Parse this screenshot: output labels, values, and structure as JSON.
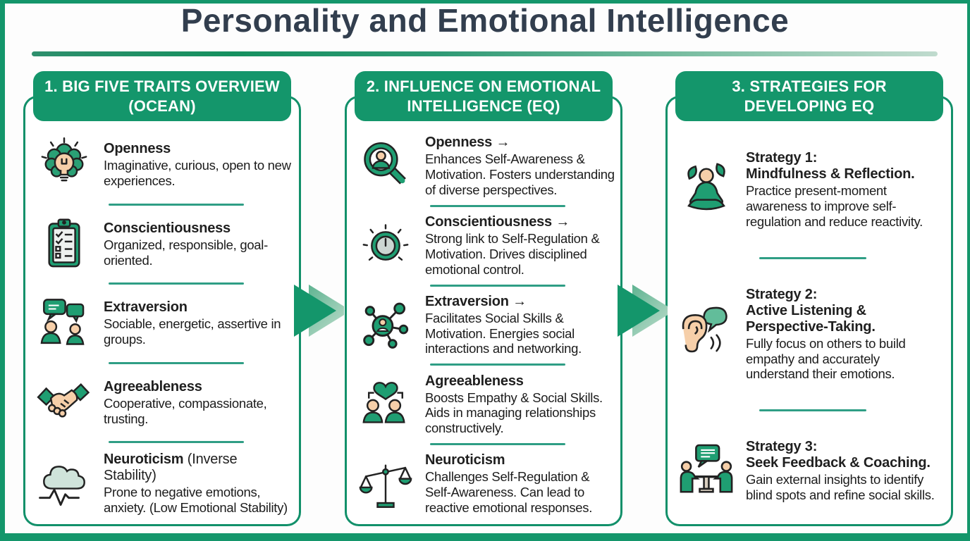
{
  "title": "Personality and Emotional Intelligence",
  "colors": {
    "primary_green": "#14966b",
    "box_border_green": "#12906a",
    "divider_teal": "#2f9e85",
    "arrow_light_green": "#9dcfb8",
    "title_navy": "#323e4e",
    "skin_peach": "#f6cfa9"
  },
  "columns": [
    {
      "header": "1. BIG FIVE TRAITS OVERVIEW (OCEAN)",
      "items": [
        {
          "icon": "brain-lightbulb-icon",
          "title": "Openness",
          "desc": "Imaginative, curious, open to new experiences."
        },
        {
          "icon": "clipboard-checklist-icon",
          "title": "Conscientiousness",
          "desc": "Organized, responsible, goal-oriented."
        },
        {
          "icon": "people-chat-icon",
          "title": "Extraversion",
          "desc": "Sociable, energetic, assertive in groups."
        },
        {
          "icon": "handshake-icon",
          "title": "Agreeableness",
          "desc": "Cooperative, compassionate, trusting."
        },
        {
          "icon": "storm-cloud-icon",
          "title": "Neuroticism",
          "title_suffix": " (Inverse Stability)",
          "desc": "Prone to negative emotions, anxiety. (Low Emotional Stability)"
        }
      ]
    },
    {
      "header": "2. INFLUENCE ON EMOTIONAL INTELLIGENCE (EQ)",
      "items": [
        {
          "icon": "magnifier-person-icon",
          "title": "Openness →",
          "desc": "Enhances Self-Awareness & Motivation. Fosters understanding of diverse perspectives."
        },
        {
          "icon": "self-control-dial-icon",
          "title": "Conscientiousness →",
          "desc": "Strong link to Self-Regulation & Motivation. Drives disciplined emotional control."
        },
        {
          "icon": "social-network-icon",
          "title": "Extraversion →",
          "desc": "Facilitates Social Skills & Motivation. Energies social interactions and networking."
        },
        {
          "icon": "people-heart-icon",
          "title": "Agreeableness",
          "desc": "Boosts Empathy & Social Skills. Aids in managing relationships constructively."
        },
        {
          "icon": "balance-scale-icon",
          "title": "Neuroticism",
          "desc": "Challenges Self-Regulation & Self-Awareness. Can lead to reactive emotional responses."
        }
      ]
    },
    {
      "header": "3. STRATEGIES FOR DEVELOPING EQ",
      "items": [
        {
          "icon": "meditation-icon",
          "title": "Strategy 1:",
          "subtitle": "Mindfulness & Reflection.",
          "desc": "Practice present-moment awareness to improve self-regulation and reduce reactivity."
        },
        {
          "icon": "ear-listening-icon",
          "title": "Strategy 2:",
          "subtitle": "Active Listening & Perspective-Taking.",
          "desc": "Fully focus on others to build empathy and accurately understand their emotions."
        },
        {
          "icon": "feedback-coaching-icon",
          "title": "Strategy 3:",
          "subtitle": "Seek Feedback & Coaching.",
          "desc": "Gain external insights to identify blind spots and refine social skills."
        }
      ]
    }
  ]
}
